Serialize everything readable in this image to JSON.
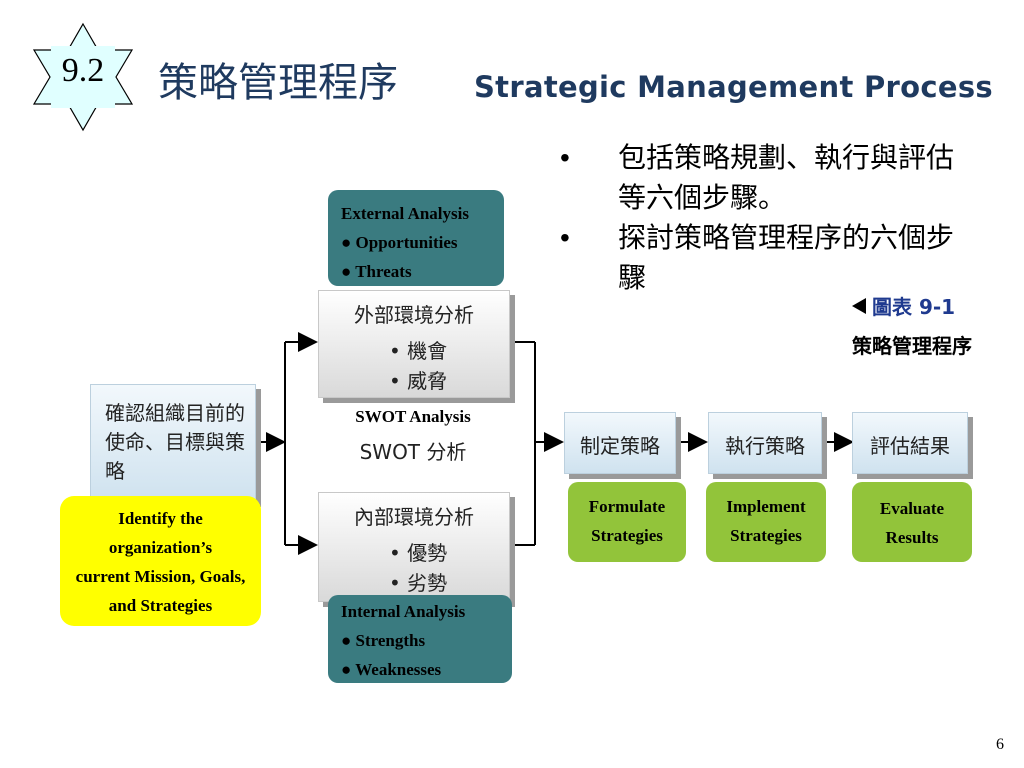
{
  "header": {
    "badge": "9.2",
    "title_zh": "策略管理程序",
    "title_en": "Strategic Management Process"
  },
  "bullets": [
    {
      "marker": "•",
      "text": "包括策略規劃、執行與評估等六個步驟。"
    },
    {
      "marker": "•",
      "text": "探討策略管理程序的六個步驟"
    }
  ],
  "figure": {
    "label": "圖表 9-1",
    "title": "策略管理程序"
  },
  "diagram": {
    "mission_box": {
      "text": "確認組織目前的使命、目標與策略"
    },
    "mission_en": {
      "lines": [
        "Identify the",
        "organization’s",
        "current Mission, Goals,",
        "and Strategies"
      ]
    },
    "external_en": {
      "lines": [
        "External Analysis",
        "● Opportunities",
        "● Threats"
      ]
    },
    "external_box": {
      "title": "外部環境分析",
      "items": [
        "• 機會",
        "• 威脅"
      ]
    },
    "swot_en": "SWOT Analysis",
    "swot_zh": "SWOT 分析",
    "internal_box": {
      "title": "內部環境分析",
      "items": [
        "• 優勢",
        "• 劣勢"
      ]
    },
    "internal_en": {
      "lines": [
        "Internal Analysis",
        "● Strengths",
        "● Weaknesses"
      ]
    },
    "steps": [
      {
        "zh": "制定策略",
        "en": [
          "Formulate",
          "Strategies"
        ]
      },
      {
        "zh": "執行策略",
        "en": [
          "Implement",
          "Strategies"
        ]
      },
      {
        "zh": "評估結果",
        "en": [
          "Evaluate",
          "Results"
        ]
      }
    ]
  },
  "page_number": "6",
  "colors": {
    "title": "#1f3a5f",
    "teal": "#3a7b80",
    "green": "#92c43a",
    "yellow": "#ffff00",
    "badge_fill": "#e0ffff"
  }
}
